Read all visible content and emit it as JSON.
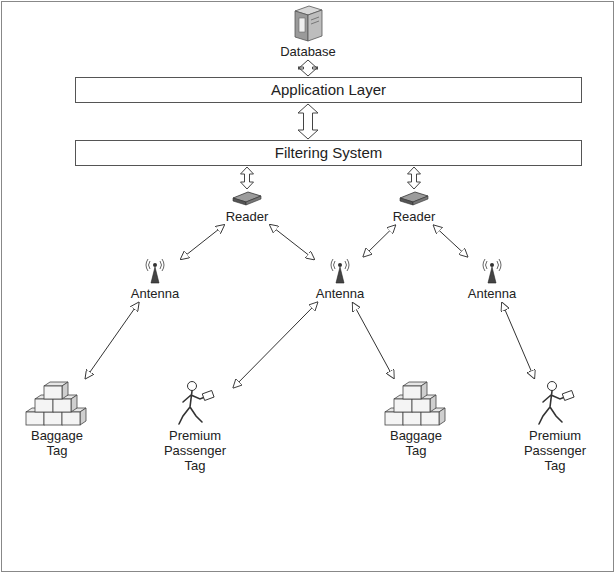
{
  "diagram": {
    "nodes": [
      {
        "text": [
          "Database"
        ]
      },
      {
        "text": [
          "Application Layer"
        ]
      },
      {
        "text": [
          "Filtering System"
        ]
      },
      {
        "text": [
          "Reader"
        ]
      },
      {
        "text": [
          "Reader"
        ]
      },
      {
        "text": [
          "Antenna"
        ]
      },
      {
        "text": [
          "Antenna"
        ]
      },
      {
        "text": [
          "Antenna"
        ]
      },
      {
        "text": [
          "Baggage Tag"
        ]
      },
      {
        "text": [
          "Premium Passenger Tag"
        ]
      },
      {
        "text": [
          "Baggage Tag"
        ]
      },
      {
        "text": [
          "Premium Passenger Tag"
        ]
      }
    ],
    "edges": [
      {
        "from": 0,
        "to": 1,
        "arrow": "both"
      },
      {
        "from": 1,
        "to": 2,
        "arrow": "both"
      },
      {
        "from": 2,
        "to": 3,
        "arrow": "both"
      },
      {
        "from": 2,
        "to": 4,
        "arrow": "both"
      },
      {
        "from": 3,
        "to": 5,
        "arrow": "both"
      },
      {
        "from": 3,
        "to": 6,
        "arrow": "both"
      },
      {
        "from": 4,
        "to": 6,
        "arrow": "both"
      },
      {
        "from": 4,
        "to": 7,
        "arrow": "both"
      },
      {
        "from": 5,
        "to": 8,
        "arrow": "both"
      },
      {
        "from": 6,
        "to": 9,
        "arrow": "both"
      },
      {
        "from": 6,
        "to": 10,
        "arrow": "both"
      },
      {
        "from": 7,
        "to": 11,
        "arrow": "both"
      }
    ]
  }
}
